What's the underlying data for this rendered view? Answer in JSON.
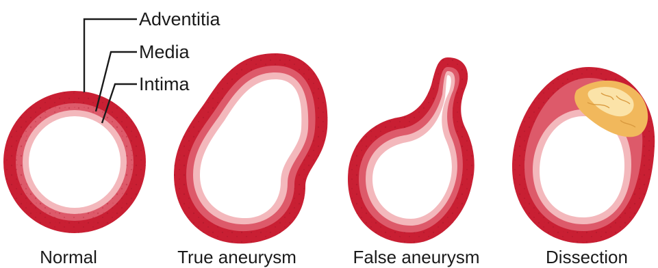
{
  "labels": {
    "adventitia": "Adventitia",
    "media": "Media",
    "intima": "Intima"
  },
  "captions": {
    "normal": "Normal",
    "true_aneurysm": "True aneurysm",
    "false_aneurysm": "False aneurysm",
    "dissection": "Dissection"
  },
  "colors": {
    "adventitia": "#c91f33",
    "media": "#dd5a6a",
    "intima": "#f3b8bc",
    "lumen": "#ffffff",
    "clot": "#f1b85c",
    "clot_light": "#fbe3a8",
    "line": "#1a1a1a"
  }
}
